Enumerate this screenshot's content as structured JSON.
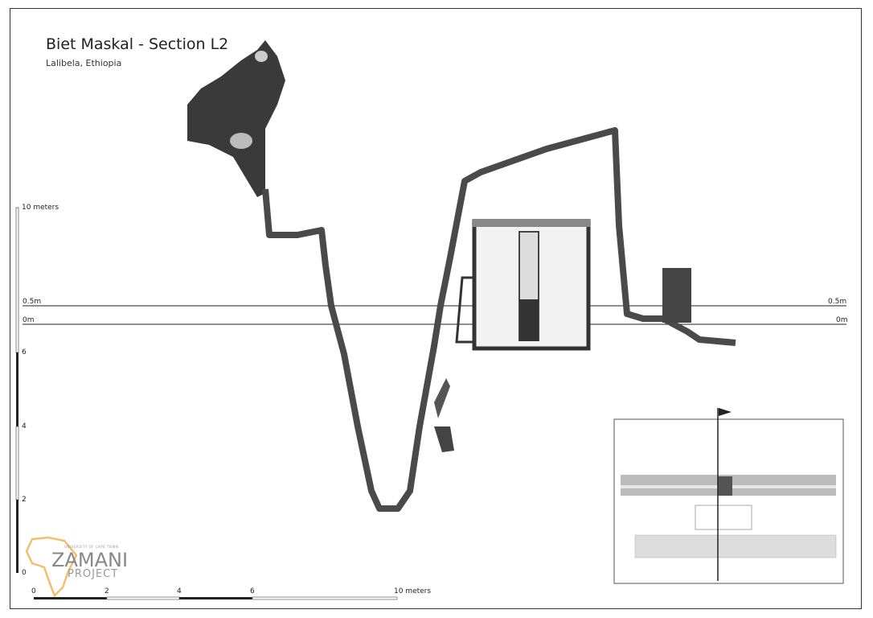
{
  "title": "Biet Maskal - Section L2",
  "subtitle": "Lalibela, Ethiopia",
  "reference_lines": [
    {
      "label": "0.5m"
    },
    {
      "label": "0m"
    }
  ],
  "vertical_scale": {
    "top_label": "10 meters",
    "ticks": [
      "6",
      "4",
      "2",
      "0"
    ]
  },
  "horizontal_scale": {
    "ticks": [
      "0",
      "2",
      "4",
      "6"
    ],
    "end_label": "10 meters"
  },
  "logo": {
    "line1": "UNIVERSITY OF CAPE TOWN",
    "line2": "ZAMANI",
    "line3": "PROJECT",
    "accent": "#f0c070"
  }
}
